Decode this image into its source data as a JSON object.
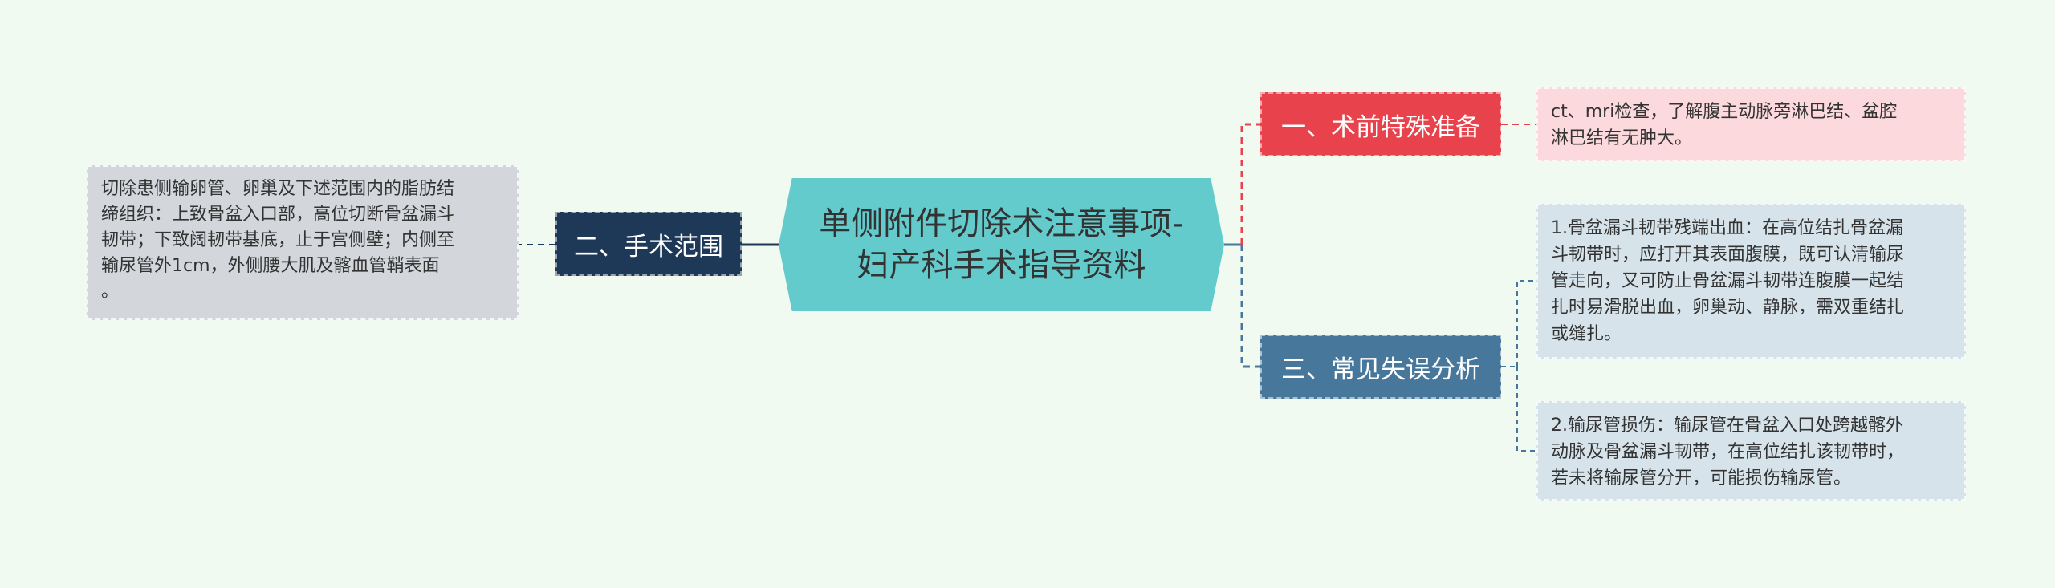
{
  "center": {
    "title": "单侧附件切除术注意事项-\n妇产科手术指导资料"
  },
  "branches": [
    {
      "label": "一、术前特殊准备",
      "color": "#e8434d"
    },
    {
      "label": "二、手术范围",
      "color": "#1e3857"
    },
    {
      "label": "三、常见失误分析",
      "color": "#47789c"
    }
  ],
  "leaves": [
    {
      "text": "ct、mri检查，了解腹主动脉旁淋巴结、盆腔\n淋巴结有无肿大。"
    },
    {
      "text": "切除患侧输卵管、卵巢及下述范围内的脂肪结\n缔组织：上致骨盆入口部，高位切断骨盆漏斗\n韧带；下致阔韧带基底，止于宫侧壁；内侧至\n输尿管外1cm，外侧腰大肌及髂血管鞘表面\n。"
    },
    {
      "text": "1.骨盆漏斗韧带残端出血：在高位结扎骨盆漏\n斗韧带时，应打开其表面腹膜，既可认清输尿\n管走向，又可防止骨盆漏斗韧带连腹膜一起结\n扎时易滑脱出血，卵巢动、静脉，需双重结扎\n或缝扎。"
    },
    {
      "text": "2.输尿管损伤：输尿管在骨盆入口处跨越髂外\n动脉及骨盆漏斗韧带，在高位结扎该韧带时，\n若未将输尿管分开，可能损伤输尿管。"
    }
  ],
  "colors": {
    "background": "#f1faf0",
    "center_fill": "#64cbcd",
    "connector_red": "#e8434d",
    "connector_dark": "#1e3857",
    "connector_blue": "#47789c"
  }
}
